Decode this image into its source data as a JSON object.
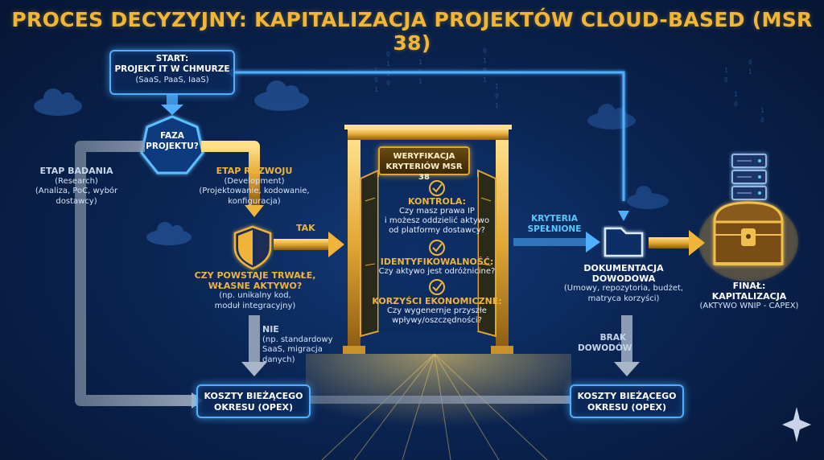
{
  "title": "PROCES DECYZYJNY: KAPITALIZACJA PROJEKTÓW CLOUD-BASED (MSR 38)",
  "start": {
    "line1": "START:",
    "line2": "PROJEKT IT W CHMURZE",
    "line3": "(SaaS, PaaS, IaaS)"
  },
  "phase": {
    "line1": "FAZA",
    "line2": "PROJEKTU?"
  },
  "research": {
    "heading": "ETAP BADANIA",
    "sub": "(Research)",
    "desc1": "(Analiza, PoC, wybór",
    "desc2": "dostawcy)"
  },
  "development": {
    "heading": "ETAP ROZWOJU",
    "sub": "(Development)",
    "desc1": "(Projektowanie, kodowanie,",
    "desc2": "konfiguracja)"
  },
  "asset_question": {
    "line1": "CZY POWSTAJE TRWAŁE,",
    "line2": "WŁASNE AKTYWO?",
    "ex1": "(np. unikalny kod,",
    "ex2": "moduł integracyjny)"
  },
  "yes_label": "TAK",
  "no_branch": {
    "label": "NIE",
    "ex1": "(np. standardowy",
    "ex2": "SaaS, migracja",
    "ex3": "danych)"
  },
  "gate": {
    "title1": "WERYFIKACJA",
    "title2": "KRYTERIÓW MSR 38",
    "criteria": [
      {
        "heading": "KONTROLA:",
        "lines": [
          "Czy masz prawa IP",
          "i możesz oddzielić aktywo",
          "od platformy dostawcy?"
        ]
      },
      {
        "heading": "IDENTYFIKOWALNOŚĆ:",
        "lines": [
          "Czy aktywo jest odróżnicine?"
        ]
      },
      {
        "heading": "KORZYŚCI EKONOMICZNE:",
        "lines": [
          "Czy wygenernje przyszłe",
          "wpływy/oszczędności?"
        ]
      }
    ]
  },
  "criteria_met": {
    "line1": "KRYTERIA",
    "line2": "SPEŁNIONE"
  },
  "documentation": {
    "line1": "DOKUMENTACJA",
    "line2": "DOWODOWA",
    "desc1": "(Umowy, repozytoria, budżet,",
    "desc2": "matryca korzyści)"
  },
  "no_evidence": {
    "line1": "BRAK",
    "line2": "DOWODÓW"
  },
  "final": {
    "line1": "FINAŁ:",
    "line2": "KAPITALIZACJA",
    "line3": "(AKTYWO WNIP - CAPEX)"
  },
  "opex_left": {
    "line1": "KOSZTY BIEŻĄCEGO",
    "line2": "OKRESU (OPEX)"
  },
  "opex_right": {
    "line1": "KOSZTY BIEŻĄCEGO",
    "line2": "OKRESU (OPEX)"
  },
  "colors": {
    "gold": "#f0b43a",
    "blue": "#4fb0ff",
    "grey_path": "#8a9bb3",
    "background": "#0a2452"
  },
  "icons": [
    "cloud-icon",
    "hexagon-decision-icon",
    "shield-icon",
    "checkmark-icon",
    "folder-icon",
    "server-icon",
    "treasure-chest-icon",
    "sparkle-icon"
  ]
}
